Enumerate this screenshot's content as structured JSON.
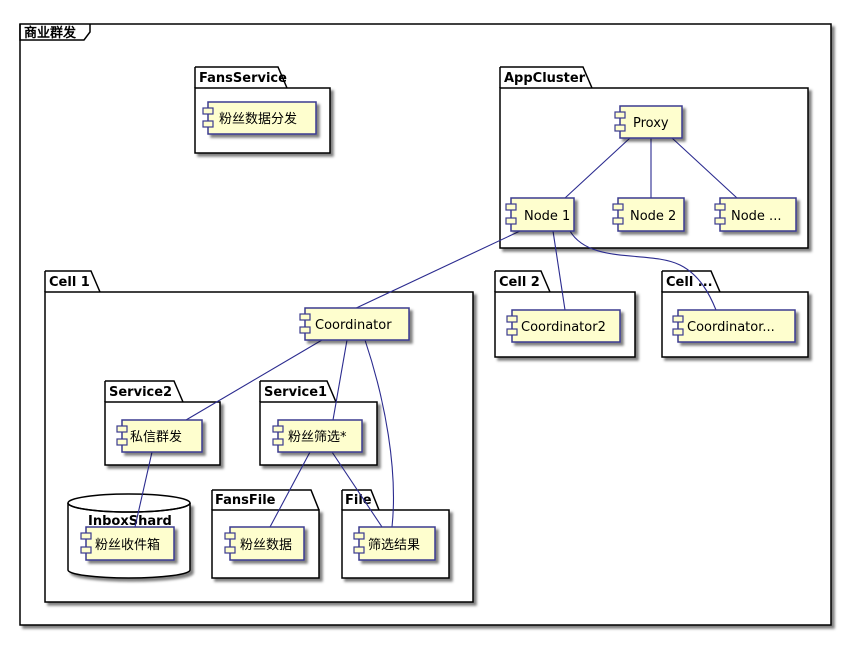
{
  "outer": {
    "label": "商业群发"
  },
  "packages": {
    "fans_service": "FansService",
    "app_cluster": "AppCluster",
    "cell1": "Cell 1",
    "cell2": "Cell 2",
    "cell_more": "Cell ...",
    "service2": "Service2",
    "service1": "Service1",
    "fans_file": "FansFile",
    "file": "File"
  },
  "database": {
    "label": "InboxShard"
  },
  "components": {
    "fans_dispatch": "粉丝数据分发",
    "proxy": "Proxy",
    "node1": "Node 1",
    "node2": "Node 2",
    "node_more": "Node ...",
    "coordinator": "Coordinator",
    "coordinator2": "Coordinator2",
    "coordinator_more": "Coordinator...",
    "private_msg": "私信群发",
    "fans_filter": "粉丝筛选*",
    "inbox": "粉丝收件箱",
    "fans_data": "粉丝数据",
    "filter_result": "筛选结果"
  },
  "colors": {
    "component_fill": "#FEFECE",
    "component_border": "#3B3B8F",
    "edge": "#2B2B8F",
    "frame": "#000000"
  }
}
